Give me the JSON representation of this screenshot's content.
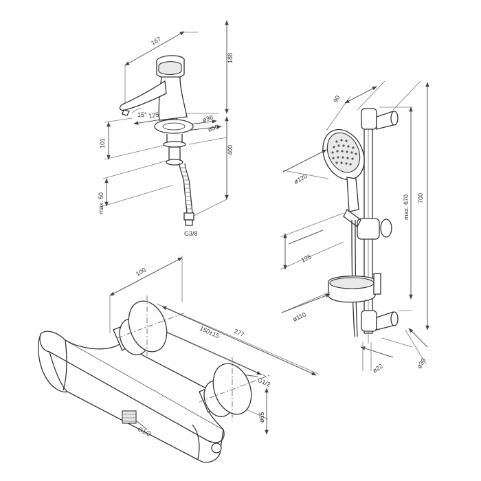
{
  "faucet": {
    "dim_width": "167",
    "dim_height": "188",
    "dim_angle": "15°",
    "dim_reach": "125",
    "dim_d36": "ø36",
    "dim_d50": "ø50",
    "dim_101": "101",
    "dim_400": "400",
    "dim_max50": "max. 50",
    "dim_thread": "G3/8"
  },
  "shower_set": {
    "dim_90": "90",
    "dim_d120": "ø120",
    "dim_max670": "max. 670",
    "dim_700": "700",
    "dim_125": "125",
    "dim_d110": "ø110",
    "dim_d22": "ø22",
    "dim_d30": "ø30"
  },
  "thermostat": {
    "dim_100": "100",
    "dim_277": "277",
    "dim_150": "150±15",
    "dim_g12_right": "G1/2",
    "dim_d65": "ø65",
    "dim_g12_bottom": "G1/2"
  }
}
